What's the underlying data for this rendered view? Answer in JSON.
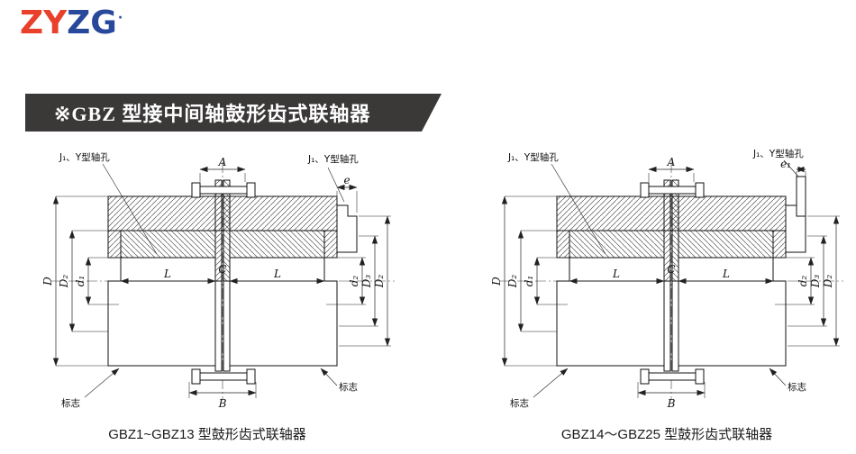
{
  "logo": {
    "zy": "ZY",
    "zg": "ZG",
    "dot": "·"
  },
  "banner": {
    "title": "※GBZ 型接中间轴鼓形齿式联轴器"
  },
  "colors": {
    "logo_red": "#e8402a",
    "logo_blue": "#27489b",
    "banner_bg": "#3b3838",
    "drawing_line": "#111111"
  },
  "diagrams": [
    {
      "caption": "GBZ1~GBZ13 型鼓形齿式联轴器",
      "labels": {
        "hole_left": "J₁、Y型轴孔",
        "hole_right": "J₁、Y型轴孔",
        "A": "A",
        "e": "e",
        "L_left": "L",
        "C": "C",
        "L_right": "L",
        "B": "B",
        "D": "D",
        "D2_left": "D₂",
        "d1": "d₁",
        "d2": "d₂",
        "D3": "D₃",
        "D2_right": "D₂",
        "mark_left": "标志",
        "mark_right": "标志"
      }
    },
    {
      "caption": "GBZ14～GBZ25 型鼓形齿式联轴器",
      "labels": {
        "hole_left": "J₁、Y型轴孔",
        "hole_right": "J₁、Y型轴孔",
        "A": "A",
        "e": "e₁",
        "L_left": "L",
        "C": "C",
        "L_right": "L",
        "B": "B",
        "D": "D",
        "D2_left": "D₂",
        "d1": "d₁",
        "d2": "d₂",
        "D3": "D₃",
        "D2_right": "D₂",
        "mark_left": "标志",
        "mark_right": "标志"
      }
    }
  ]
}
